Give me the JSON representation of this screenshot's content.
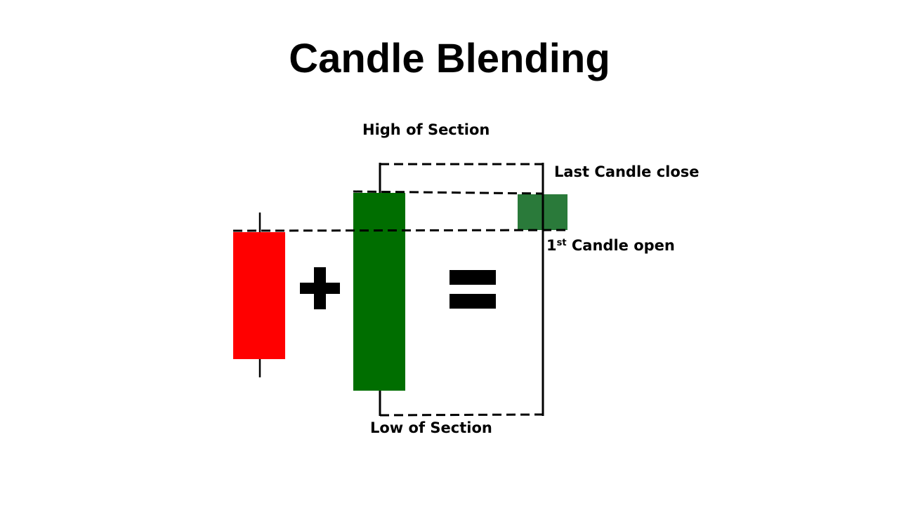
{
  "title": "Candle Blending",
  "labels": {
    "high_of_section": "High of Section",
    "last_candle_close": "Last Candle close",
    "first_candle_open_num": "1",
    "first_candle_open_sup": "st",
    "first_candle_open_text": " Candle open",
    "low_of_section": "Low of Section"
  },
  "colors": {
    "bearish_candle": "#ff0000",
    "bullish_candle": "#006e00",
    "blended_candle": "#2a7a3a",
    "operator": "#000000",
    "line": "#000000"
  },
  "icons": {
    "plus": "plus-icon",
    "equals": "equals-icon"
  }
}
